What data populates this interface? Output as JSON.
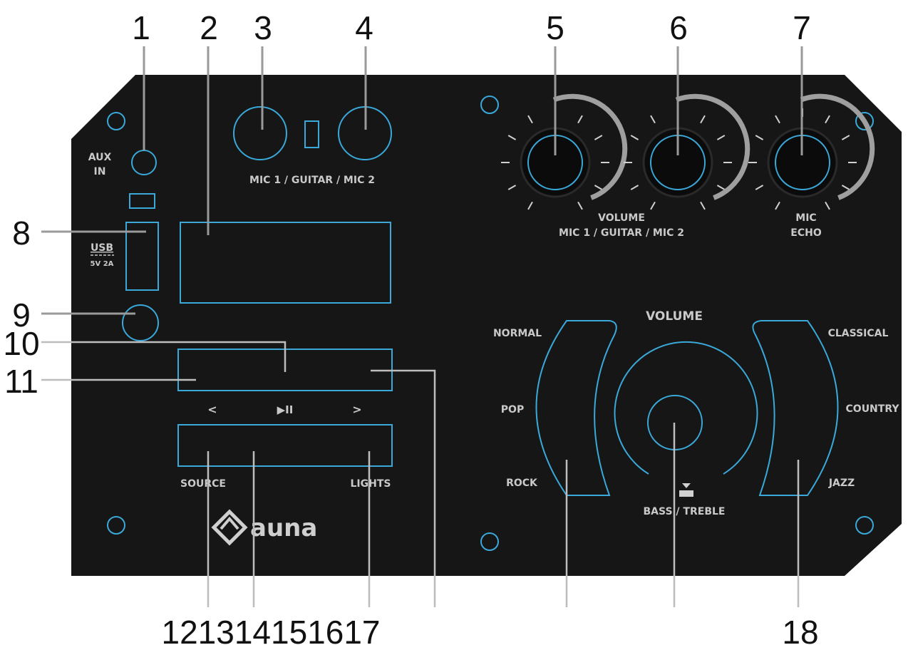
{
  "callouts": {
    "c1": "1",
    "c2": "2",
    "c3": "3",
    "c4": "4",
    "c5": "5",
    "c6": "6",
    "c7": "7",
    "c8": "8",
    "c9": "9",
    "c10": "10",
    "c11": "11",
    "c12_17": "121314151617",
    "c18": "18"
  },
  "panel": {
    "aux_line1": "AUX",
    "aux_line2": "IN",
    "usb_label": "USB",
    "usb_spec": "5V 2A",
    "mic_inputs": "MIC 1 / GUITAR / MIC 2",
    "volume_knob_line1": "VOLUME",
    "volume_knob_line2": "MIC 1 / GUITAR / MIC 2",
    "mic_line1": "MIC",
    "mic_line2": "ECHO",
    "prev_symbol": "<",
    "play_symbol": "▶II",
    "next_symbol": ">",
    "source": "SOURCE",
    "lights": "LIGHTS",
    "brand": "auna",
    "volume_main": "VOLUME",
    "eq_normal": "NORMAL",
    "eq_pop": "POP",
    "eq_rock": "ROCK",
    "eq_classical": "CLASSICAL",
    "eq_country": "COUNTRY",
    "eq_jazz": "JAZZ",
    "bass_treble": "BASS / TREBLE"
  },
  "colors": {
    "panel": "#161616",
    "accent": "#3aa8d8",
    "label": "#c9c9c9"
  }
}
